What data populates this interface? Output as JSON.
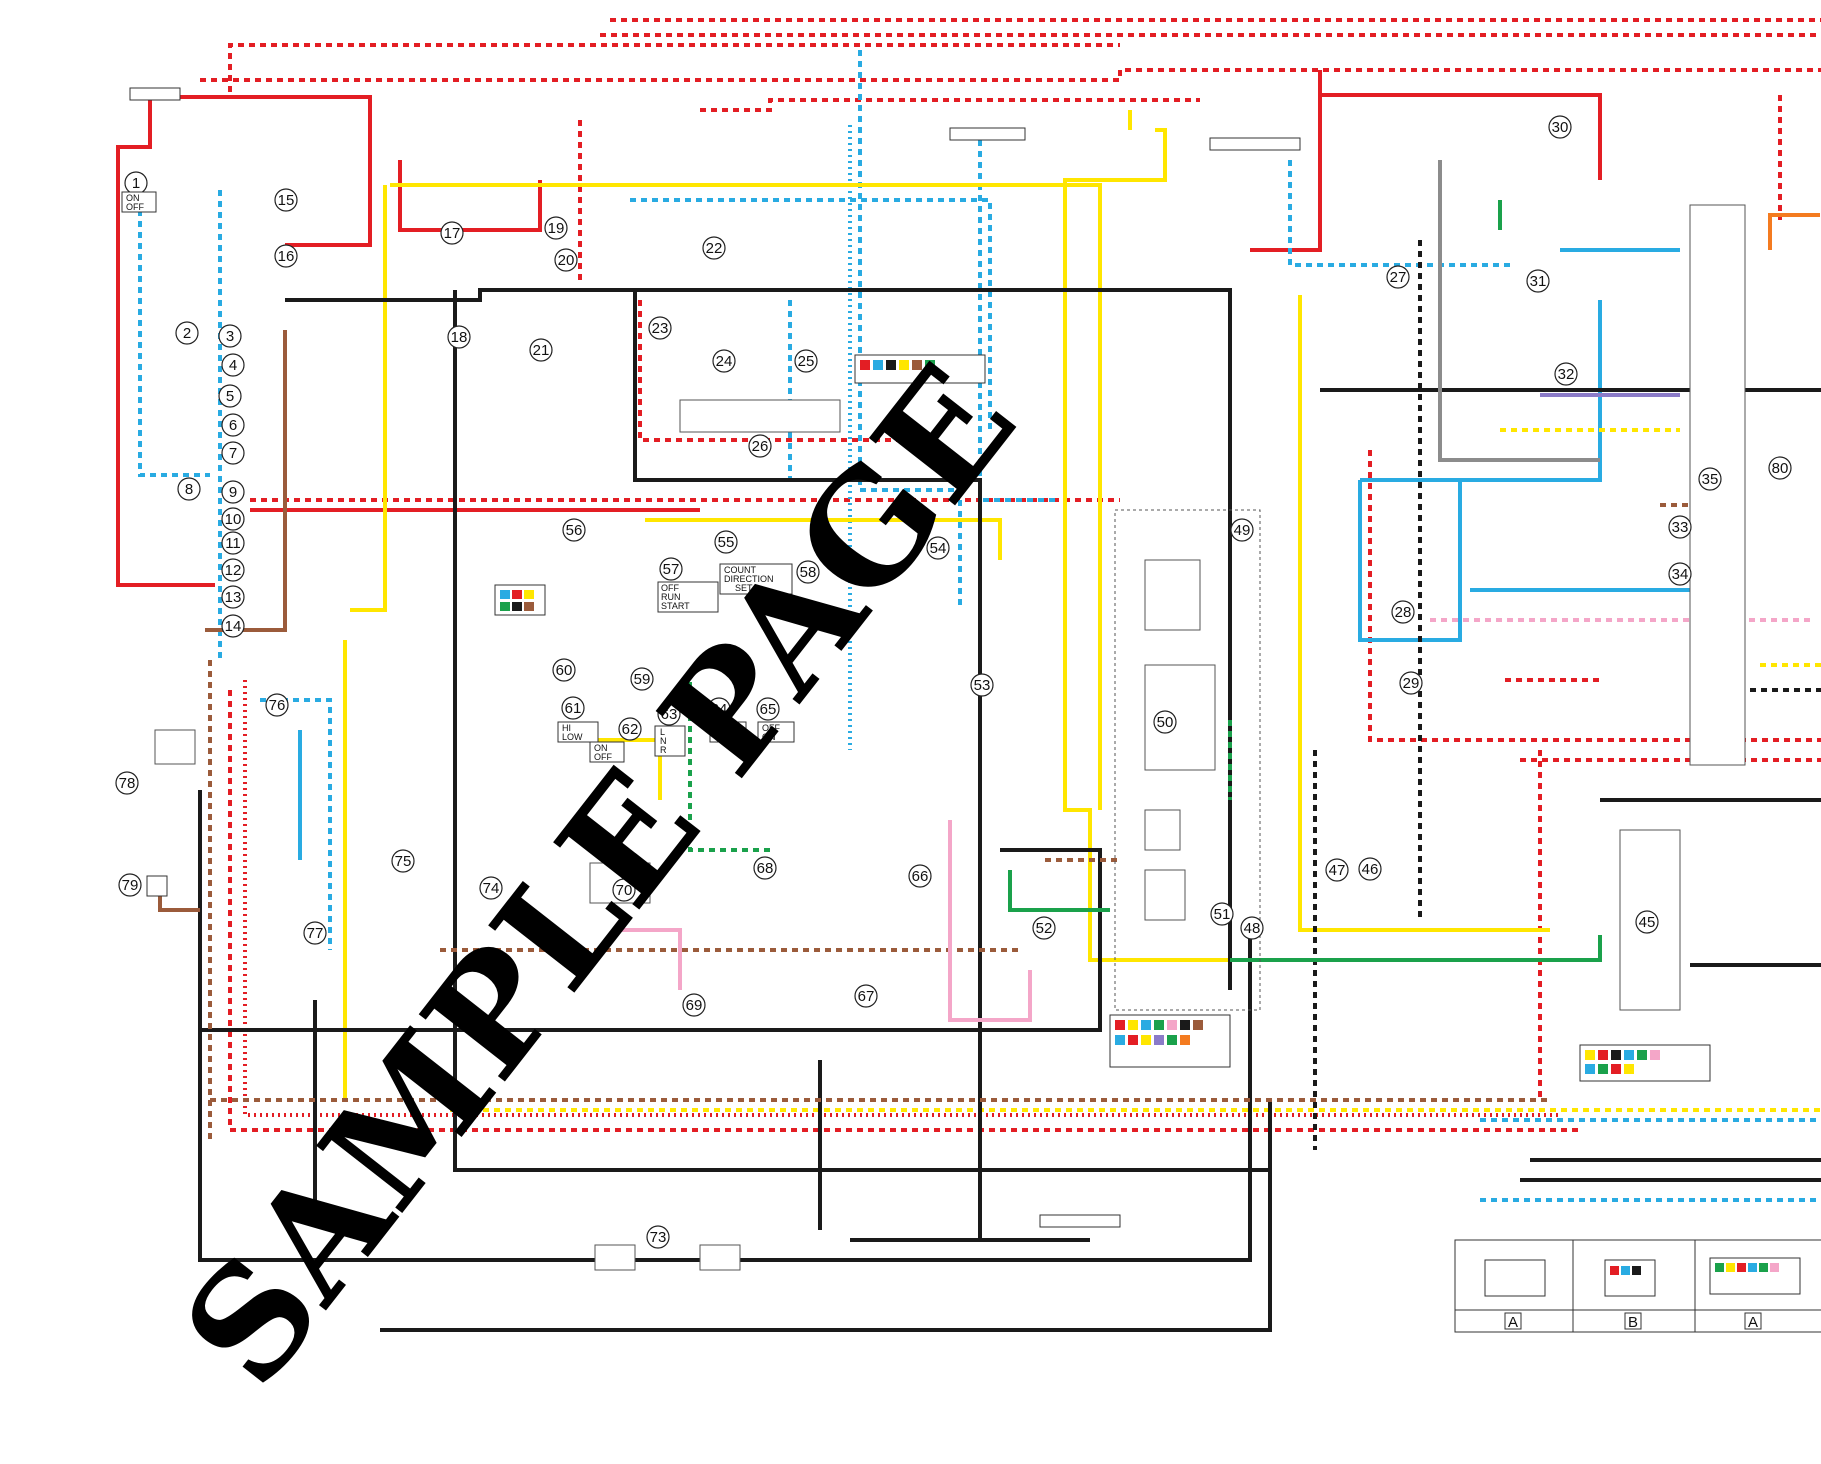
{
  "components": [
    "1",
    "2",
    "3",
    "4",
    "5",
    "6",
    "7",
    "8",
    "9",
    "10",
    "11",
    "12",
    "13",
    "14",
    "15",
    "16",
    "17",
    "18",
    "19",
    "20",
    "21",
    "22",
    "23",
    "24",
    "25",
    "26",
    "27",
    "28",
    "29",
    "30",
    "31",
    "32",
    "33",
    "34",
    "35",
    "45",
    "46",
    "47",
    "48",
    "49",
    "50",
    "51",
    "52",
    "53",
    "54",
    "55",
    "56",
    "57",
    "58",
    "59",
    "60",
    "61",
    "62",
    "63",
    "64",
    "65",
    "66",
    "67",
    "68",
    "69",
    "70",
    "73",
    "74",
    "75",
    "76",
    "77",
    "78",
    "79",
    "80"
  ],
  "switch_labels": {
    "sw1_on": "ON",
    "sw1_off": "OFF",
    "sw57_off": "OFF",
    "sw57_run": "RUN",
    "sw57_start": "START",
    "sw58_count": "COUNT",
    "sw58_direction": "DIRECTION",
    "sw58_set": "SET",
    "sw61_hi": "HI",
    "sw61_low": "LOW",
    "sw62_on": "ON",
    "sw62_off": "OFF",
    "sw63_l": "L",
    "sw63_n": "N",
    "sw63_r": "R",
    "sw64_on": "ON",
    "sw64_off": "OFF",
    "sw65_off": "OFF",
    "sw65_on": "ON"
  },
  "connector_table": {
    "col1": "A",
    "col2": "B",
    "col3": "A"
  },
  "watermark": "SAMPLE PAGE",
  "colors": {
    "red": "#e31e24",
    "blue": "#29abe2",
    "black": "#1a1a1a",
    "yellow": "#ffe600",
    "brown": "#9b5b3b",
    "green": "#1aa14b",
    "pink": "#f4a6c8",
    "gray": "#8c8c8c",
    "orange": "#f47b20",
    "purple": "#8b7bc8"
  }
}
